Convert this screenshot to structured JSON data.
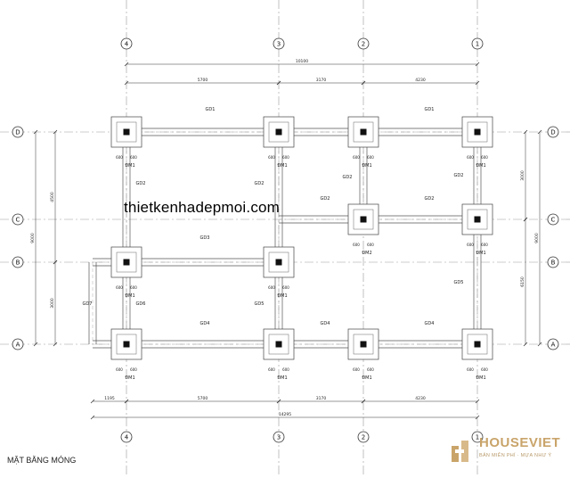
{
  "drawing_title": "MẶT BẰNG MÓNG",
  "watermark": "thietkenhadepmoi.com",
  "brand": {
    "name": "HOUSEVIET",
    "tagline": "BẢN MIỄN PHÍ · MỰA NHƯ Ý"
  },
  "axes_x": [
    "4",
    "3",
    "2",
    "1"
  ],
  "axes_y": [
    "D",
    "C",
    "B",
    "A"
  ],
  "dim_top_total": "10100",
  "dim_top_spans": [
    "5700",
    "3170",
    "4230"
  ],
  "dim_bottom_spans": [
    "1195",
    "5700",
    "3170",
    "4230"
  ],
  "dim_bottom_total": "14295",
  "dim_left_spans": [
    "4500",
    "3000"
  ],
  "dim_left_total": "9000",
  "dim_right_spans": [
    "3000",
    "6150"
  ],
  "dim_right_total": "9000",
  "footing_label": "ĐM1",
  "footing_label_alt": "ĐM2",
  "footing_dim": "600",
  "beams": [
    "GD1",
    "GD2",
    "GD3",
    "GD4",
    "GD5",
    "GD6",
    "GD7"
  ]
}
